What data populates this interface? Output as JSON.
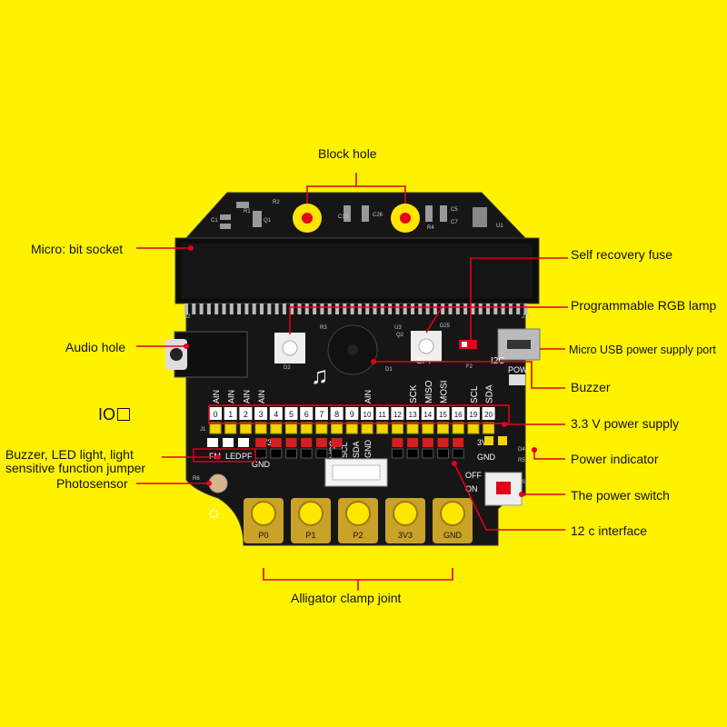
{
  "labels": {
    "block_hole": "Block hole",
    "microbit_socket": "Micro: bit socket",
    "self_recovery_fuse": "Self recovery fuse",
    "rgb_lamp": "Programmable RGB lamp",
    "audio_hole": "Audio hole",
    "usb_power": "Micro USB power supply port",
    "buzzer": "Buzzer",
    "io": "IO",
    "v33_supply": "3.3 V power supply",
    "jumper_line1": "Buzzer, LED light, light",
    "jumper_line2": "sensitive function jumper",
    "power_indicator": "Power indicator",
    "photosensor": "Photosensor",
    "power_switch": "The power switch",
    "i2c_interface": "12 c interface",
    "alligator": "Alligator clamp joint"
  },
  "board": {
    "pin_numbers": [
      "0",
      "1",
      "2",
      "3",
      "4",
      "5",
      "6",
      "7",
      "8",
      "9",
      "10",
      "11",
      "12",
      "13",
      "14",
      "15",
      "16",
      "19",
      "20"
    ],
    "ain_labels": [
      "AIN",
      "AIN",
      "AIN",
      "AIN"
    ],
    "ain_right": "AIN",
    "spi_title": "SPI",
    "spi_labels": [
      "SCK",
      "MISO",
      "MOSI"
    ],
    "i2c_title": "I2C",
    "i2c_labels": [
      "SCL",
      "SDA"
    ],
    "pow_label": "POW",
    "v3_label": "3V3",
    "gnd_label": "GND",
    "vcc_labels": [
      "VCC",
      "SCL",
      "SDA",
      "GND"
    ],
    "jumper_labels": [
      "FM",
      "LED",
      "PF"
    ],
    "off_label": "OFF",
    "on_label": "ON",
    "pads": [
      "P0",
      "P1",
      "P2",
      "3V3",
      "GND"
    ],
    "silk": [
      "R2",
      "Q1",
      "R1",
      "C1",
      "C13",
      "C26",
      "R4",
      "C5",
      "C7",
      "R3",
      "U1",
      "J2",
      "J11",
      "D25",
      "D2",
      "D1",
      "F2",
      "D4",
      "R5",
      "S1",
      "Q2",
      "J1",
      "U3",
      "R6"
    ]
  },
  "colors": {
    "background": "#FFF200",
    "board": "#1a1a1a",
    "accent_red": "#E3001B",
    "header_yellow": "#F2D600",
    "header_red": "#D81E1E",
    "pad_gold": "#C9A227",
    "hole_yellow": "#FFE600"
  }
}
